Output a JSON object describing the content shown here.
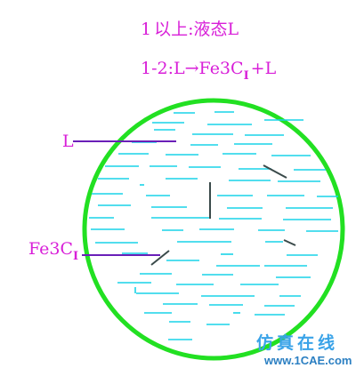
{
  "diagram": {
    "line1": {
      "prefix": "1",
      "text": "以上:液态L"
    },
    "line2": {
      "prefix": "1-2:L",
      "arrow": "→",
      "phase": "Fe3C",
      "subscript": "I",
      "suffix": "+L"
    },
    "label_liquid": "L",
    "label_fe3c": {
      "main": "Fe3C",
      "subscript": "I"
    }
  },
  "colors": {
    "text": "#d81fd8",
    "circle": "#22e022",
    "liquid_lines": "#19d3e8",
    "crystals": "#3a4a4a",
    "leader_lines": "#6a1fb8"
  },
  "watermark": {
    "chinese": "仿真在线",
    "url": "www.1CAE.com"
  }
}
